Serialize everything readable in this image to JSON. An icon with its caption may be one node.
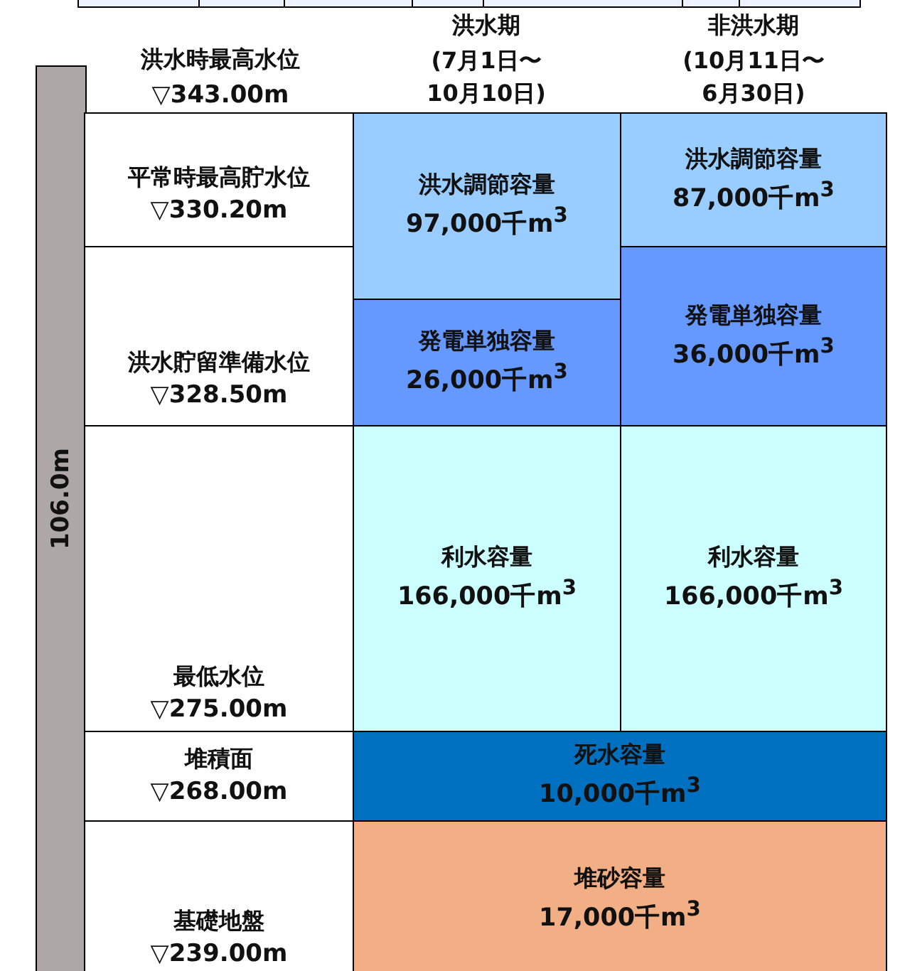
{
  "diagram": {
    "nodes": [
      {
        "text": [
          "106.0m"
        ]
      },
      {
        "text": [
          "平常時最高貯水位",
          "▽330.20m"
        ]
      },
      {
        "text": [
          "洪水貯留準備水位",
          "▽328.50m"
        ]
      },
      {
        "text": [
          "最低水位",
          "▽275.00m"
        ]
      },
      {
        "text": [
          "堆積面",
          "▽268.00m"
        ]
      },
      {
        "text": [
          "基礎地盤",
          "▽239.00m"
        ]
      },
      {
        "text": [
          "洪水調節容量",
          "97,000千m$^{3}$"
        ]
      },
      {
        "text": [
          "発電単独容量",
          "26,000千m$^{3}$"
        ]
      },
      {
        "text": [
          "利水容量",
          "166,000千m$^{3}$"
        ]
      },
      {
        "text": [
          "洪水調節容量",
          "87,000千m$^{3}$"
        ]
      },
      {
        "text": [
          "発電単独容量",
          "36,000千m$^{3}$"
        ]
      },
      {
        "text": [
          "利水容量",
          "166,000千m$^{3}$"
        ]
      },
      {
        "text": [
          "死水容量",
          "10,000千m$^{3}$"
        ]
      },
      {
        "text": [
          "堆砂容量",
          "17,000千m$^{3}$"
        ]
      }
    ],
    "edges": [],
    "labels": [
      "洪水時最高水位",
      "▽343.00m",
      "洪水期",
      "(7月1日〜10月10日)",
      "非洪水期",
      "(10月11日〜6月30日)"
    ]
  }
}
